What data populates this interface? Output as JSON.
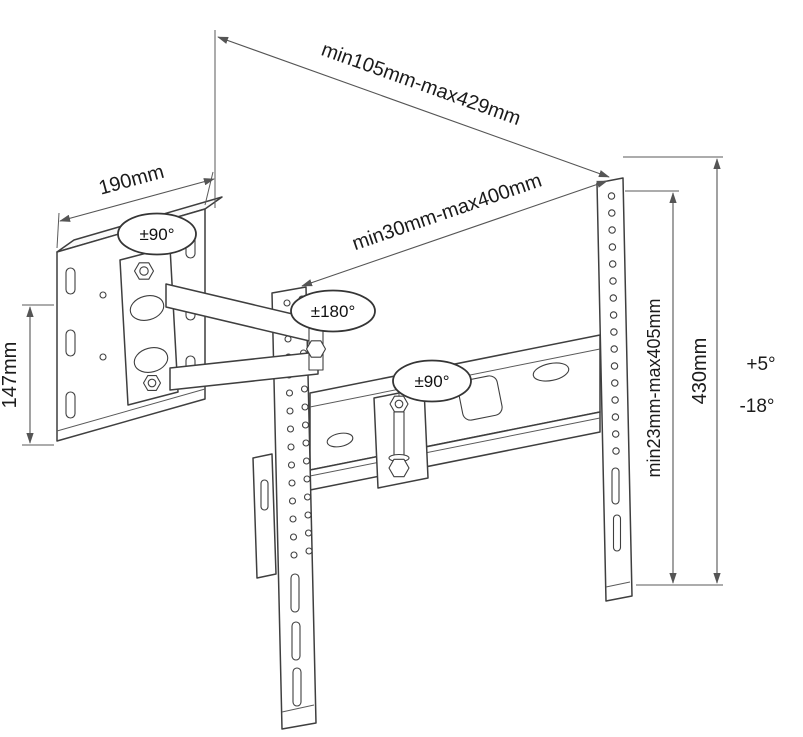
{
  "labels": {
    "depth_range": "min105mm-max429mm",
    "plate_width": "190mm",
    "hole_width_range": "min30mm-max400mm",
    "plate_height": "147mm",
    "hole_height_range": "min23mm-max405mm",
    "bracket_height": "430mm",
    "swivel_wall_joint": "±90°",
    "rotation_joint": "±180°",
    "swivel_center_joint": "±90°",
    "tilt_up": "+5°",
    "tilt_down": "-18°"
  },
  "colors": {
    "line": "#3f3f3f",
    "dimension_line": "#555555",
    "text": "#1b1b1b",
    "background": "#ffffff"
  }
}
